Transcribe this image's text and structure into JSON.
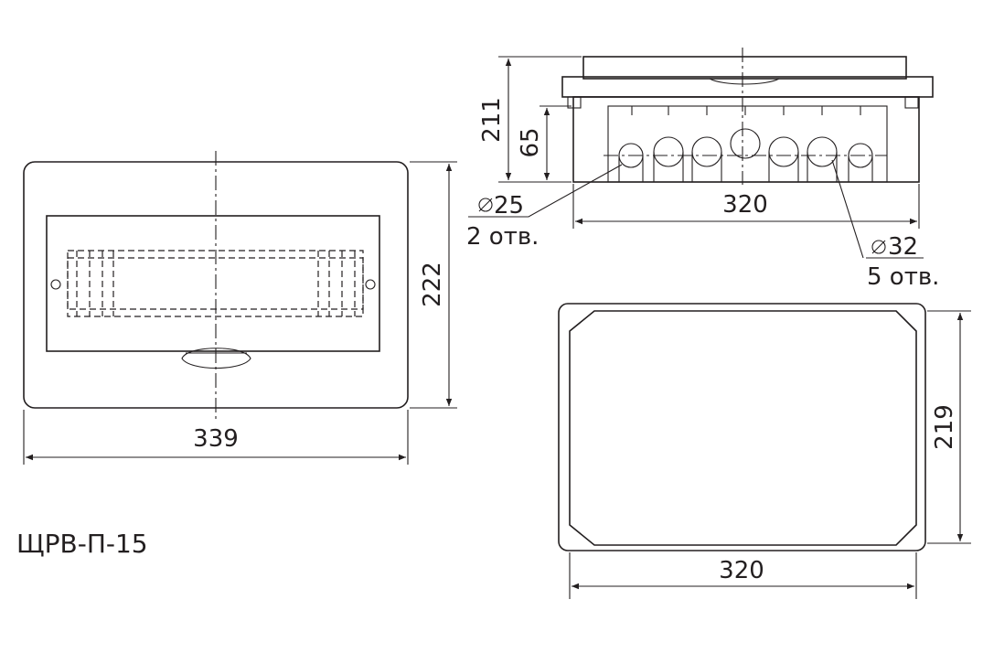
{
  "model": "ЩРВ-П-15",
  "front_view": {
    "width_dim": "339",
    "height_dim": "222"
  },
  "side_view": {
    "total_height_dim": "211",
    "base_height_dim": "65",
    "width_dim": "320",
    "small_hole_diameter": "25",
    "small_hole_count": "2 отв.",
    "large_hole_diameter": "32",
    "large_hole_count": "5 отв."
  },
  "top_view": {
    "width_dim": "320",
    "height_dim": "219"
  },
  "colors": {
    "line": "#231f20",
    "background": "#ffffff"
  }
}
